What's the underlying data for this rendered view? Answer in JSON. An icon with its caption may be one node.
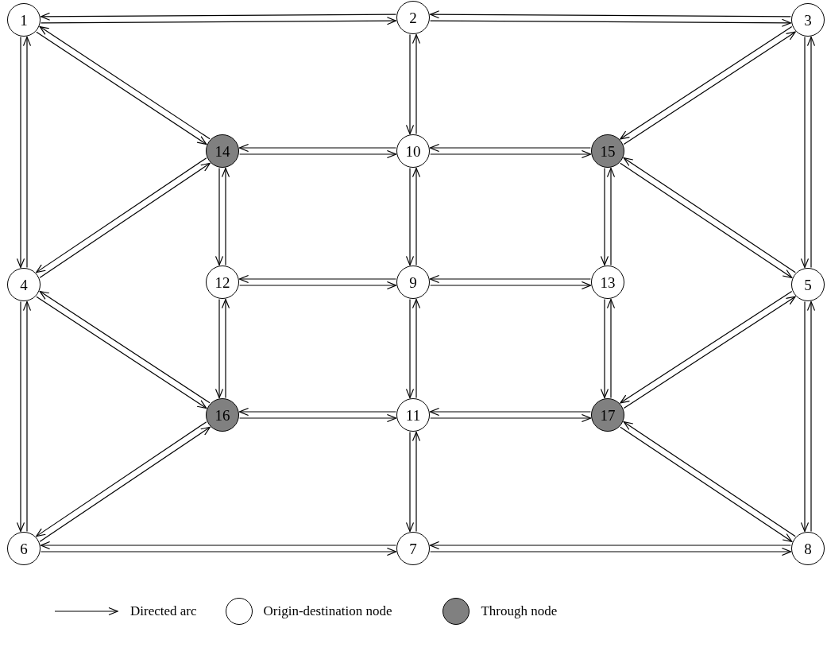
{
  "diagram": {
    "nodes": [
      {
        "text": [
          "1"
        ]
      },
      {
        "text": [
          "2"
        ]
      },
      {
        "text": [
          "3"
        ]
      },
      {
        "text": [
          "4"
        ]
      },
      {
        "text": [
          "5"
        ]
      },
      {
        "text": [
          "6"
        ]
      },
      {
        "text": [
          "7"
        ]
      },
      {
        "text": [
          "8"
        ]
      },
      {
        "text": [
          "9"
        ]
      },
      {
        "text": [
          "10"
        ]
      },
      {
        "text": [
          "11"
        ]
      },
      {
        "text": [
          "12"
        ]
      },
      {
        "text": [
          "13"
        ]
      },
      {
        "text": [
          "14"
        ]
      },
      {
        "text": [
          "15"
        ]
      },
      {
        "text": [
          "16"
        ]
      },
      {
        "text": [
          "17"
        ]
      }
    ],
    "edges": [
      {
        "from": 0,
        "to": 1,
        "arrow": "to"
      },
      {
        "from": 1,
        "to": 0,
        "arrow": "to"
      },
      {
        "from": 1,
        "to": 2,
        "arrow": "to"
      },
      {
        "from": 2,
        "to": 1,
        "arrow": "to"
      },
      {
        "from": 0,
        "to": 3,
        "arrow": "to"
      },
      {
        "from": 3,
        "to": 0,
        "arrow": "to"
      },
      {
        "from": 0,
        "to": 13,
        "arrow": "to"
      },
      {
        "from": 13,
        "to": 0,
        "arrow": "to"
      },
      {
        "from": 1,
        "to": 9,
        "arrow": "to"
      },
      {
        "from": 9,
        "to": 1,
        "arrow": "to"
      },
      {
        "from": 2,
        "to": 14,
        "arrow": "to"
      },
      {
        "from": 14,
        "to": 2,
        "arrow": "to"
      },
      {
        "from": 2,
        "to": 4,
        "arrow": "to"
      },
      {
        "from": 4,
        "to": 2,
        "arrow": "to"
      },
      {
        "from": 13,
        "to": 9,
        "arrow": "to"
      },
      {
        "from": 9,
        "to": 13,
        "arrow": "to"
      },
      {
        "from": 9,
        "to": 14,
        "arrow": "to"
      },
      {
        "from": 14,
        "to": 9,
        "arrow": "to"
      },
      {
        "from": 13,
        "to": 3,
        "arrow": "to"
      },
      {
        "from": 3,
        "to": 13,
        "arrow": "to"
      },
      {
        "from": 13,
        "to": 11,
        "arrow": "to"
      },
      {
        "from": 11,
        "to": 13,
        "arrow": "to"
      },
      {
        "from": 9,
        "to": 8,
        "arrow": "to"
      },
      {
        "from": 8,
        "to": 9,
        "arrow": "to"
      },
      {
        "from": 14,
        "to": 12,
        "arrow": "to"
      },
      {
        "from": 12,
        "to": 14,
        "arrow": "to"
      },
      {
        "from": 14,
        "to": 4,
        "arrow": "to"
      },
      {
        "from": 4,
        "to": 14,
        "arrow": "to"
      },
      {
        "from": 11,
        "to": 8,
        "arrow": "to"
      },
      {
        "from": 8,
        "to": 11,
        "arrow": "to"
      },
      {
        "from": 8,
        "to": 12,
        "arrow": "to"
      },
      {
        "from": 12,
        "to": 8,
        "arrow": "to"
      },
      {
        "from": 3,
        "to": 15,
        "arrow": "to"
      },
      {
        "from": 15,
        "to": 3,
        "arrow": "to"
      },
      {
        "from": 3,
        "to": 5,
        "arrow": "to"
      },
      {
        "from": 5,
        "to": 3,
        "arrow": "to"
      },
      {
        "from": 11,
        "to": 15,
        "arrow": "to"
      },
      {
        "from": 15,
        "to": 11,
        "arrow": "to"
      },
      {
        "from": 8,
        "to": 10,
        "arrow": "to"
      },
      {
        "from": 10,
        "to": 8,
        "arrow": "to"
      },
      {
        "from": 12,
        "to": 16,
        "arrow": "to"
      },
      {
        "from": 16,
        "to": 12,
        "arrow": "to"
      },
      {
        "from": 4,
        "to": 16,
        "arrow": "to"
      },
      {
        "from": 16,
        "to": 4,
        "arrow": "to"
      },
      {
        "from": 4,
        "to": 7,
        "arrow": "to"
      },
      {
        "from": 7,
        "to": 4,
        "arrow": "to"
      },
      {
        "from": 15,
        "to": 10,
        "arrow": "to"
      },
      {
        "from": 10,
        "to": 15,
        "arrow": "to"
      },
      {
        "from": 10,
        "to": 16,
        "arrow": "to"
      },
      {
        "from": 16,
        "to": 10,
        "arrow": "to"
      },
      {
        "from": 15,
        "to": 5,
        "arrow": "to"
      },
      {
        "from": 5,
        "to": 15,
        "arrow": "to"
      },
      {
        "from": 10,
        "to": 6,
        "arrow": "to"
      },
      {
        "from": 6,
        "to": 10,
        "arrow": "to"
      },
      {
        "from": 16,
        "to": 7,
        "arrow": "to"
      },
      {
        "from": 7,
        "to": 16,
        "arrow": "to"
      },
      {
        "from": 5,
        "to": 6,
        "arrow": "to"
      },
      {
        "from": 6,
        "to": 5,
        "arrow": "to"
      },
      {
        "from": 6,
        "to": 7,
        "arrow": "to"
      },
      {
        "from": 7,
        "to": 6,
        "arrow": "to"
      }
    ],
    "legend": [
      {
        "text": "Directed arc"
      },
      {
        "text": "Origin-destination node",
        "color": "#ffffff"
      },
      {
        "text": "Through node",
        "color": "#808080"
      }
    ]
  }
}
